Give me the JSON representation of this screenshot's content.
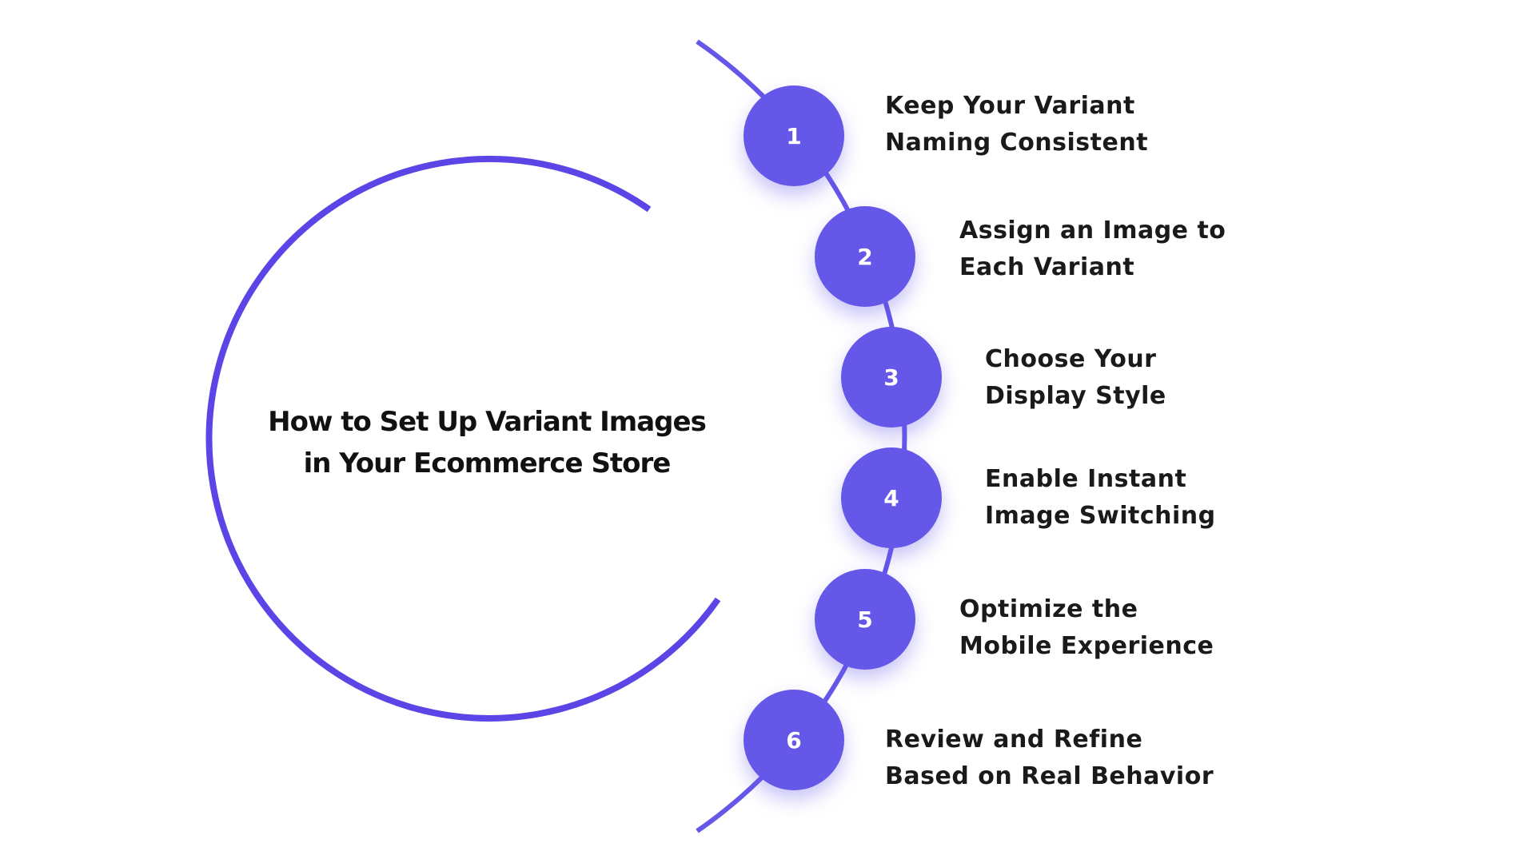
{
  "colors": {
    "accent": "#6557E8",
    "ring": "#5B45E6",
    "text": "#1a1a1a"
  },
  "title": {
    "line1": "How to Set Up Variant Images",
    "line2": "in Your Ecommerce Store"
  },
  "steps": [
    {
      "number": "1",
      "line1": "Keep Your Variant",
      "line2": "Naming Consistent"
    },
    {
      "number": "2",
      "line1": "Assign an Image to",
      "line2": "Each Variant"
    },
    {
      "number": "3",
      "line1": "Choose Your",
      "line2": "Display Style"
    },
    {
      "number": "4",
      "line1": "Enable Instant",
      "line2": "Image Switching"
    },
    {
      "number": "5",
      "line1": "Optimize the",
      "line2": "Mobile Experience"
    },
    {
      "number": "6",
      "line1": "Review and Refine",
      "line2": "Based on Real Behavior"
    }
  ]
}
